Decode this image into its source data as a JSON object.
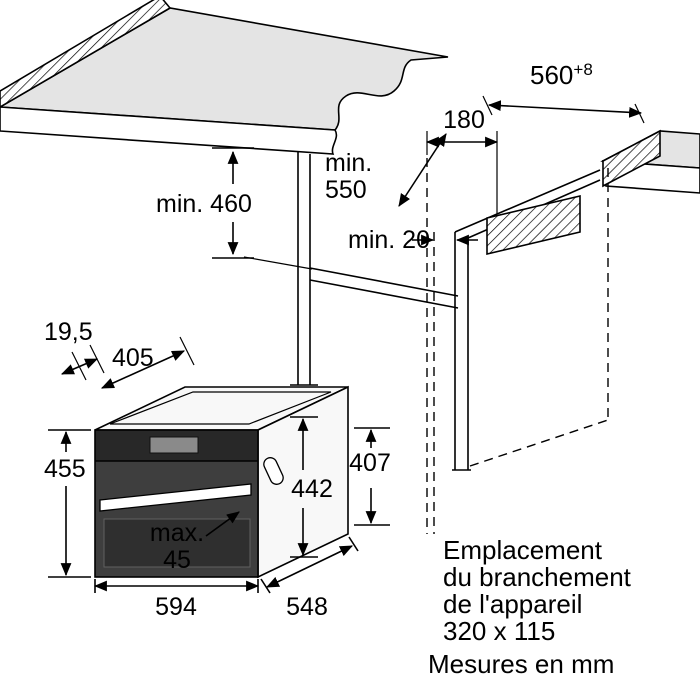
{
  "colors": {
    "line": "#000000",
    "counter_fill": "#e4e4e4",
    "oven_front": "#3e3e3e",
    "oven_panel": "#282828",
    "background": "#ffffff"
  },
  "dims": {
    "niche_width": "560",
    "niche_width_sup": "+8",
    "recess_width": "180",
    "min_550_l1": "min.",
    "min_550_l2": "550",
    "min_460": "min. 460",
    "min_20": "min. 20",
    "offset_19_5": "19,5",
    "top_depth_405": "405",
    "height_455": "455",
    "height_442": "442",
    "height_407": "407",
    "max_45_l1": "max.",
    "max_45_l2": "45",
    "width_594": "594",
    "depth_548": "548"
  },
  "notes": {
    "connection": [
      "Emplacement",
      "du branchement",
      "de l'appareil",
      "320 x 115"
    ],
    "units": "Mesures en mm"
  }
}
